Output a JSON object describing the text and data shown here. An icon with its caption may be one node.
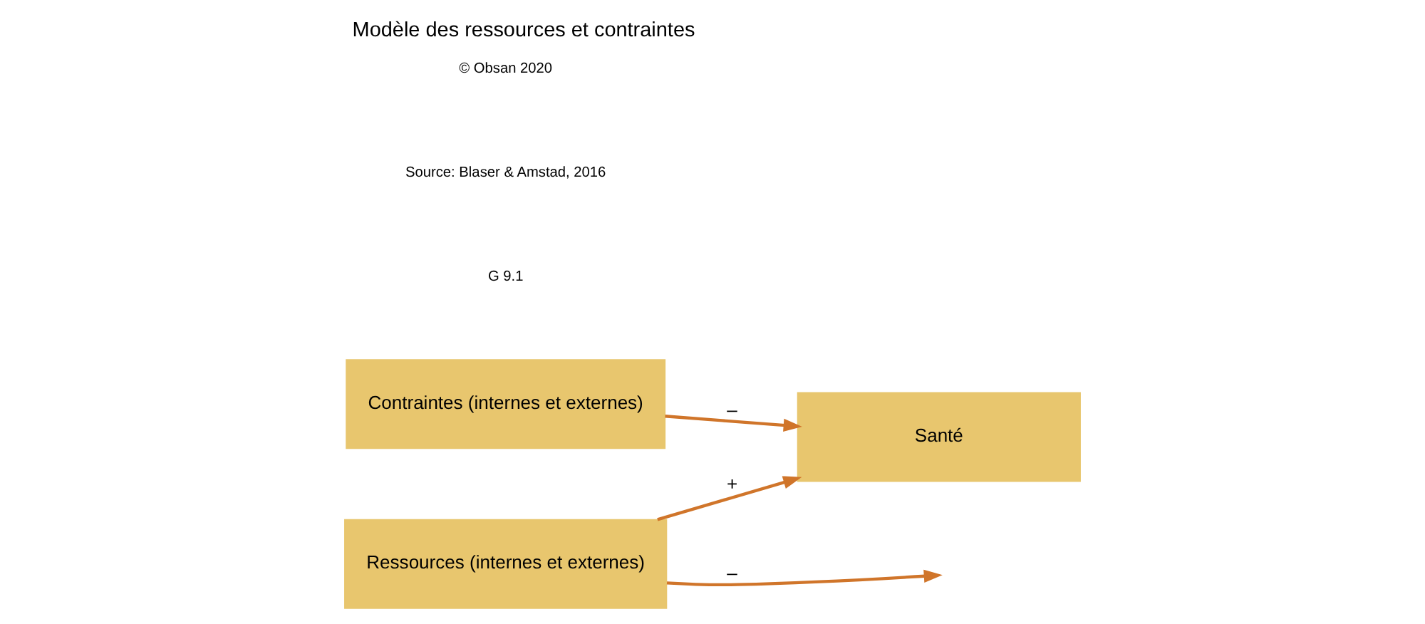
{
  "diagram": {
    "title": "Modèle des ressources et contraintes",
    "nodes": [
      {
        "text": [
          "Contraintes (internes et externes)"
        ]
      },
      {
        "text": [
          "Ressources (internes et externes)"
        ]
      },
      {
        "text": [
          "Santé"
        ]
      }
    ],
    "edges": [
      {
        "from": 0,
        "to": 2,
        "arrow": "to",
        "label": "–"
      },
      {
        "from": 1,
        "to": null,
        "arrow": "to",
        "label": "–"
      },
      {
        "from": 1,
        "to": 2,
        "arrow": "to",
        "label": "+"
      }
    ],
    "labels": [
      "G 9.1",
      "Source: Blaser & Amstad, 2016",
      "© Obsan 2020"
    ]
  }
}
